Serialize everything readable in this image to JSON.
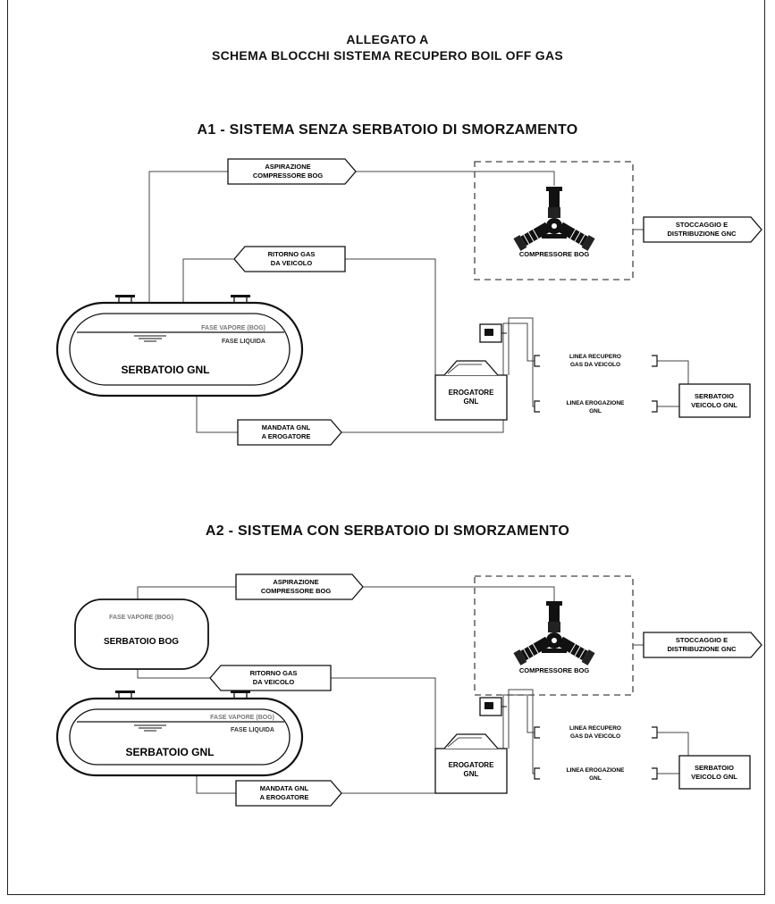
{
  "header": {
    "line1": "ALLEGATO A",
    "line2": "SCHEMA BLOCCHI SISTEMA RECUPERO BOIL OFF GAS"
  },
  "section_a1": {
    "title": "A1 - SISTEMA SENZA SERBATOIO DI SMORZAMENTO",
    "aspirazione": [
      "ASPIRAZIONE",
      "COMPRESSORE BOG"
    ],
    "compressore": "COMPRESSORE BOG",
    "stoccaggio": [
      "STOCCAGGIO E",
      "DISTRIBUZIONE GNC"
    ],
    "ritorno": [
      "RITORNO GAS",
      "DA VEICOLO"
    ],
    "fase_vapore": "FASE VAPORE (BOG)",
    "fase_liquida": "FASE LIQUIDA",
    "serbatoio_gnl": "SERBATOIO GNL",
    "erogatore": [
      "EROGATORE",
      "GNL"
    ],
    "linea_recupero": [
      "LINEA RECUPERO",
      "GAS DA VEICOLO"
    ],
    "linea_erogazione": [
      "LINEA EROGAZIONE",
      "GNL"
    ],
    "serbatoio_veicolo": [
      "SERBATOIO",
      "VEICOLO GNL"
    ],
    "mandata": [
      "MANDATA GNL",
      "A EROGATORE"
    ]
  },
  "section_a2": {
    "title": "A2 - SISTEMA CON SERBATOIO DI SMORZAMENTO",
    "aspirazione": [
      "ASPIRAZIONE",
      "COMPRESSORE BOG"
    ],
    "bog_fase_vapore": "FASE VAPORE (BOG)",
    "serbatoio_bog": "SERBATOIO BOG",
    "compressore": "COMPRESSORE BOG",
    "stoccaggio": [
      "STOCCAGGIO E",
      "DISTRIBUZIONE GNC"
    ],
    "ritorno": [
      "RITORNO GAS",
      "DA VEICOLO"
    ],
    "fase_vapore": "FASE VAPORE (BOG)",
    "fase_liquida": "FASE LIQUIDA",
    "serbatoio_gnl": "SERBATOIO GNL",
    "erogatore": [
      "EROGATORE",
      "GNL"
    ],
    "linea_recupero": [
      "LINEA RECUPERO",
      "GAS DA VEICOLO"
    ],
    "linea_erogazione": [
      "LINEA EROGAZIONE",
      "GNL"
    ],
    "serbatoio_veicolo": [
      "SERBATOIO",
      "VEICOLO GNL"
    ],
    "mandata": [
      "MANDATA GNL",
      "A EROGATORE"
    ]
  }
}
